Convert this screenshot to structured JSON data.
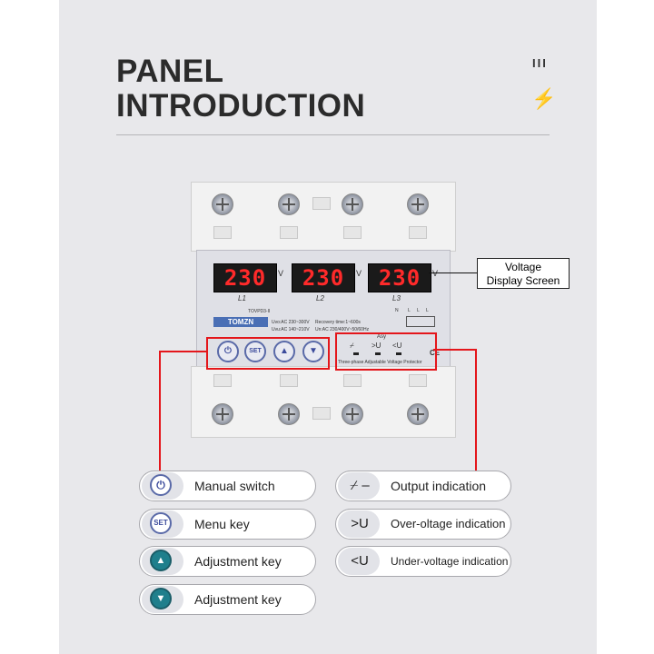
{
  "heading": {
    "line1": "PANEL",
    "line2": "INTRODUCTION"
  },
  "decor": {
    "bars": "III",
    "bolt": "⚡"
  },
  "device": {
    "displays": [
      {
        "value": "230",
        "phase": "L1"
      },
      {
        "value": "230",
        "phase": "L2"
      },
      {
        "value": "230",
        "phase": "L3"
      }
    ],
    "unit": "V",
    "brand": "TOMZN",
    "model": "TOVPD3-II",
    "spec1": "Uvo:AC 230~300V",
    "spec2": "Uvu:AC 140~210V",
    "spec3": "Recovery time:1~600s",
    "spec4": "Un:AC 230/400V~50/60Hz",
    "asy": "Asy",
    "ind_output": "⌿",
    "ind_over": ">U",
    "ind_under": "<U",
    "product_name": "Three-phase Adjustable Voltage Protector",
    "ce": "CE",
    "terminal_labels": [
      "N",
      "L",
      "L",
      "L"
    ]
  },
  "callout": {
    "line1": "Voltage",
    "line2": "Display Screen"
  },
  "legend_left": [
    {
      "icon": "power-icon",
      "symbol": "⏻",
      "label": "Manual switch"
    },
    {
      "icon": "set-icon",
      "symbol": "SET",
      "label": "Menu key"
    },
    {
      "icon": "up-arrow-icon",
      "symbol": "▲",
      "label": "Adjustment key"
    },
    {
      "icon": "down-arrow-icon",
      "symbol": "▼",
      "label": "Adjustment key"
    }
  ],
  "legend_right": [
    {
      "icon": "output-switch-icon",
      "symbol": "⌿ –",
      "label": "Output indication"
    },
    {
      "icon": "over-voltage-icon",
      "symbol": ">U",
      "label": "Over-oltage indication"
    },
    {
      "icon": "under-voltage-icon",
      "symbol": "<U",
      "label": "Under-voltage indication"
    }
  ],
  "colors": {
    "accent": "#e4161b",
    "button_teal": "#1f7f8c",
    "button_blue": "#5a6aa8",
    "lcd_red": "#ff2a2a"
  }
}
